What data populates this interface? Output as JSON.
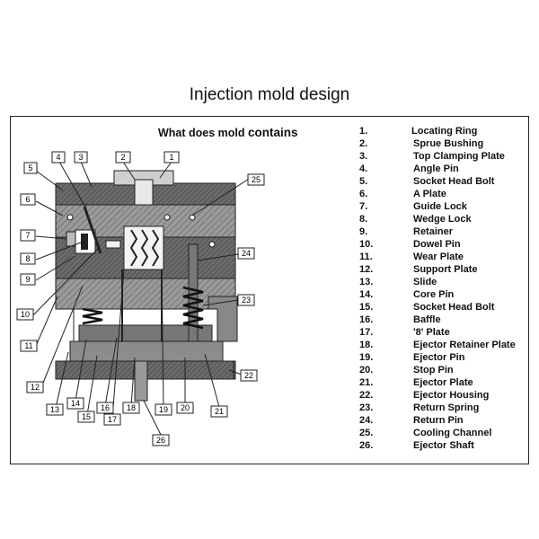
{
  "title": "Injection mold design",
  "diagram": {
    "heading_part1": "What does mold",
    "heading_part2": "contains"
  },
  "legend": [
    {
      "num": "1.",
      "name": "Locating Ring"
    },
    {
      "num": "2.",
      "name": "Sprue Bushing"
    },
    {
      "num": "3.",
      "name": "Top Clamping Plate"
    },
    {
      "num": "4.",
      "name": "Angle Pin"
    },
    {
      "num": "5.",
      "name": "Socket Head Bolt"
    },
    {
      "num": "6.",
      "name": "A Plate"
    },
    {
      "num": "7.",
      "name": "Guide Lock"
    },
    {
      "num": "8.",
      "name": "Wedge Lock"
    },
    {
      "num": "9.",
      "name": "Retainer"
    },
    {
      "num": "10.",
      "name": "Dowel Pin"
    },
    {
      "num": "11.",
      "name": "Wear Plate"
    },
    {
      "num": "12.",
      "name": "Support Plate"
    },
    {
      "num": "13.",
      "name": "Slide"
    },
    {
      "num": "14.",
      "name": "Core Pin"
    },
    {
      "num": "15.",
      "name": "Socket Head Bolt"
    },
    {
      "num": "16.",
      "name": "Baffle"
    },
    {
      "num": "17.",
      "name": "'8' Plate"
    },
    {
      "num": "18.",
      "name": "Ejector Retainer Plate"
    },
    {
      "num": "19.",
      "name": "Ejector Pin"
    },
    {
      "num": "20.",
      "name": "Stop Pin"
    },
    {
      "num": "21.",
      "name": "Ejector Plate"
    },
    {
      "num": "22.",
      "name": "Ejector Housing"
    },
    {
      "num": "23.",
      "name": "Return Spring"
    },
    {
      "num": "24.",
      "name": "Return Pin"
    },
    {
      "num": "25.",
      "name": "Cooling Channel"
    },
    {
      "num": "26.",
      "name": "Ejector Shaft"
    }
  ],
  "callouts": [
    "1",
    "2",
    "3",
    "4",
    "5",
    "6",
    "7",
    "8",
    "9",
    "10",
    "11",
    "12",
    "13",
    "14",
    "15",
    "16",
    "17",
    "18",
    "19",
    "20",
    "21",
    "22",
    "23",
    "24",
    "25",
    "26"
  ]
}
